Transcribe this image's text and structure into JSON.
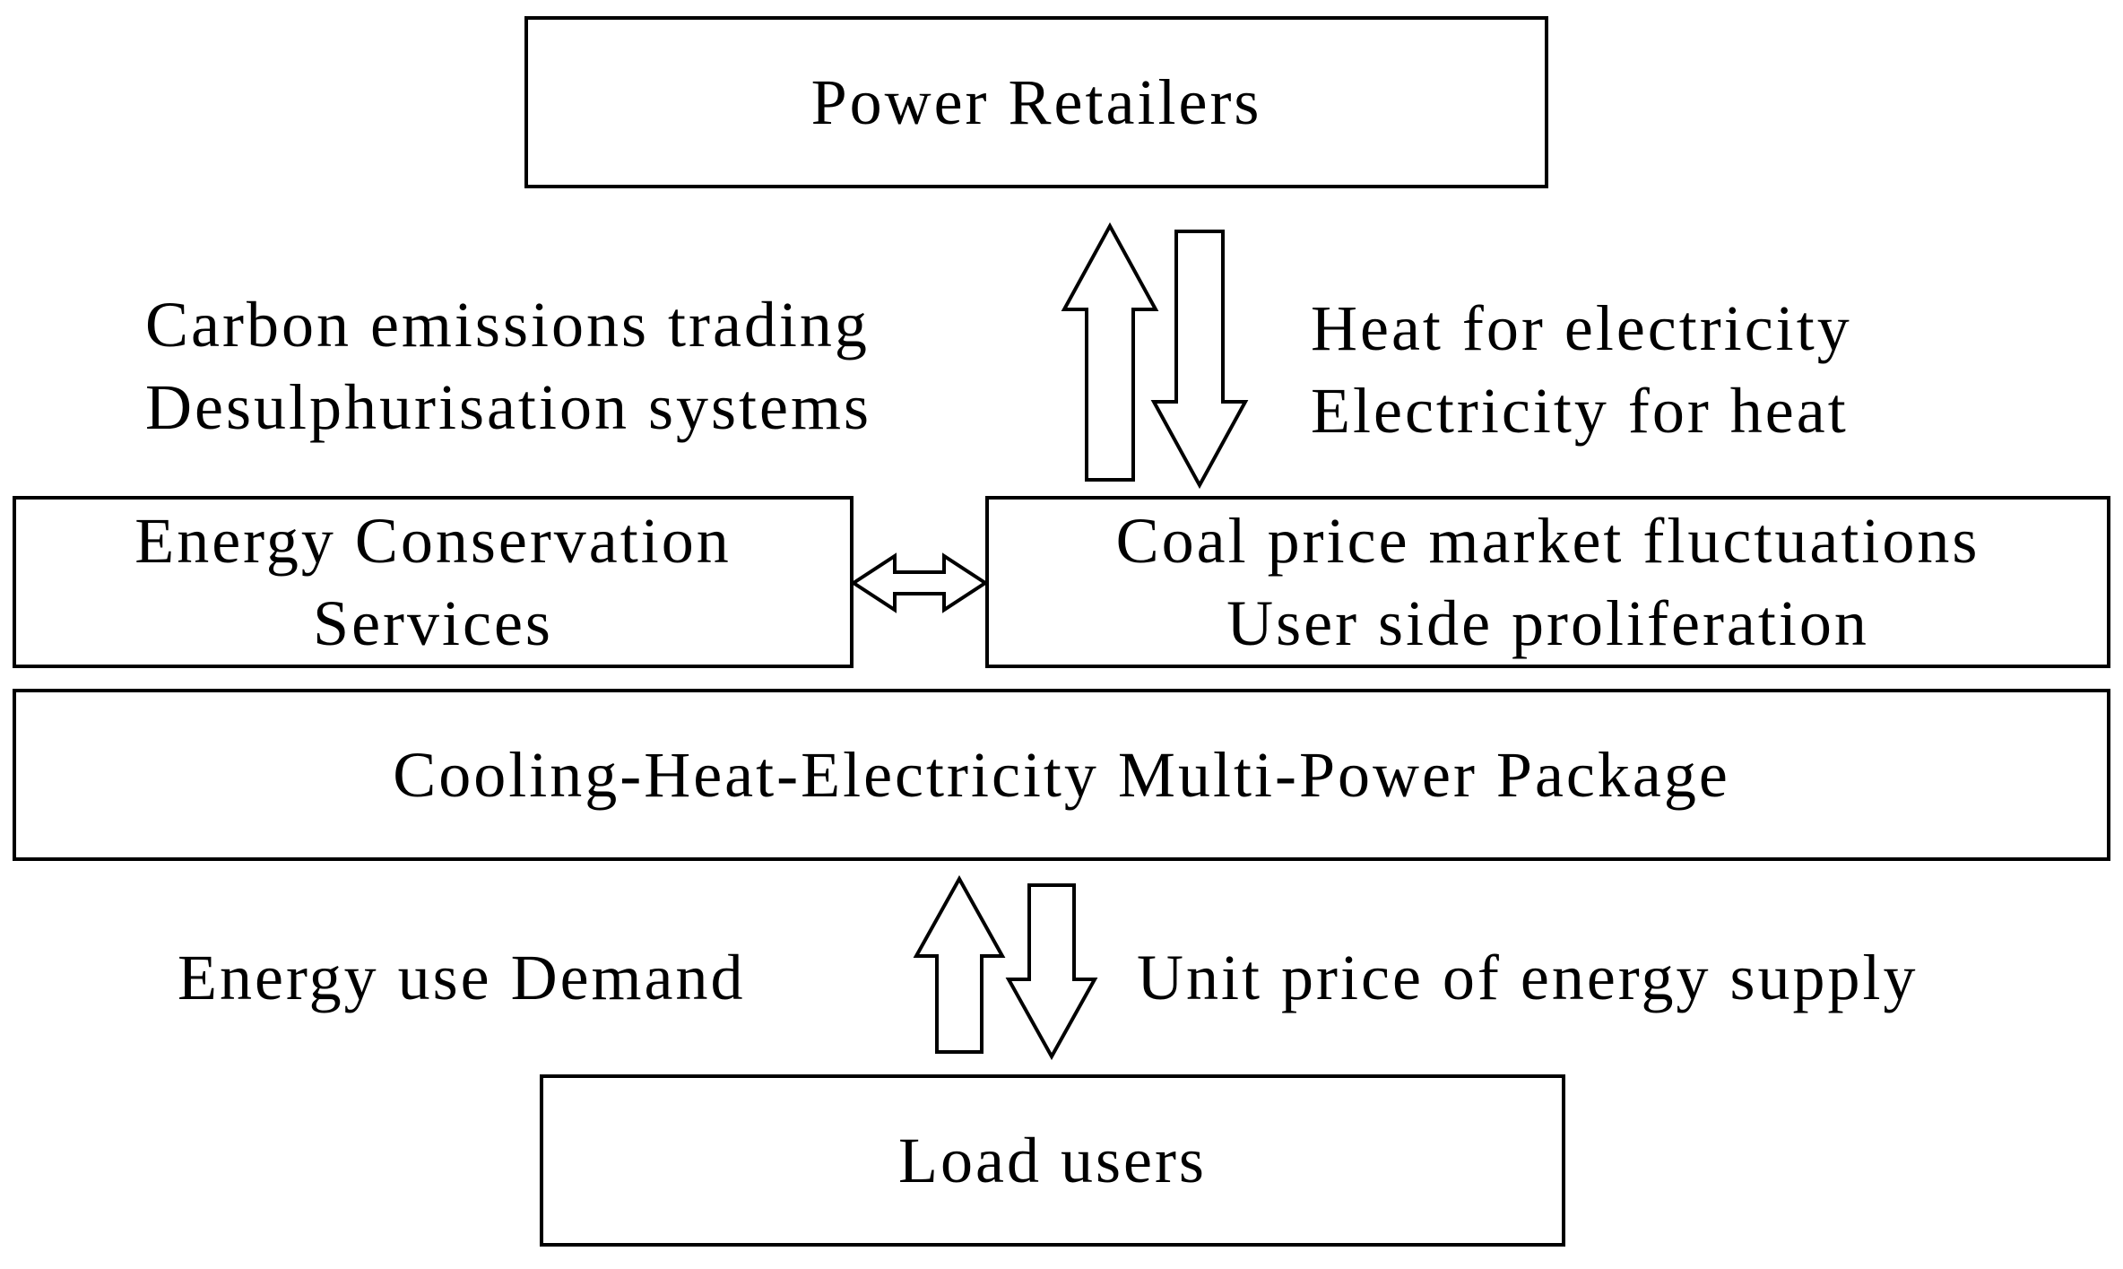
{
  "boxes": {
    "power_retailers": "Power Retailers",
    "energy_conservation": [
      "Energy Conservation",
      "Services"
    ],
    "coal_price": [
      "Coal price market fluctuations",
      "User side proliferation"
    ],
    "multi_power_package": "Cooling-Heat-Electricity Multi-Power Package",
    "load_users": "Load users"
  },
  "labels": {
    "upper_left": [
      "Carbon emissions trading",
      "Desulphurisation systems"
    ],
    "upper_right": [
      "Heat for electricity",
      "Electricity for heat"
    ],
    "lower_left": "Energy use Demand",
    "lower_right": "Unit price of energy supply"
  }
}
